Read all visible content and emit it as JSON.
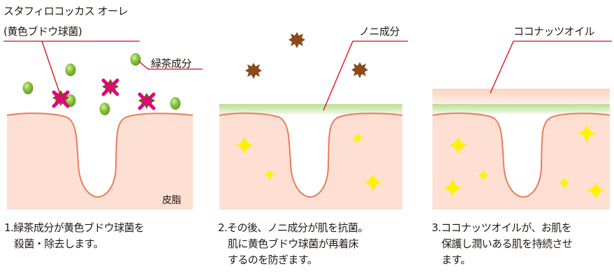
{
  "colors": {
    "skin": "#fde0d3",
    "skin_line": "#eb7a5c",
    "green_ball": "#8cc63f",
    "bacteria": "#8a4a1c",
    "cross": "#e4007f",
    "sparkle": "#fff100",
    "nori_layer": "#b9dd8f",
    "oil_layer": "#f9c9b8",
    "leader_line": "#e60012"
  },
  "panel1": {
    "bacteria_label_line1": "スタフィロコッカス オーレ",
    "bacteria_label_line2": "(黄色ブドウ球菌)",
    "green_tea_label": "緑茶成分",
    "sebum_label": "皮脂",
    "caption_line1": "1.緑茶成分が黄色ブドウ球菌を",
    "caption_line2": "殺菌・除去します。"
  },
  "panel2": {
    "layer_label": "ノニ成分",
    "caption_line1": "2.その後、ノニ成分が肌を抗菌。",
    "caption_line2": "肌に黄色ブドウ球菌が再着床",
    "caption_line3": "するのを防ぎます。"
  },
  "panel3": {
    "layer_label": "ココナッツオイル",
    "caption_line1": "3.ココナッツオイルが、お肌を",
    "caption_line2": "保護し潤いある肌を持続させ",
    "caption_line3": "ます。"
  },
  "icons": [
    "bacteria-icon",
    "green-tea-particle-icon",
    "cross-mark-icon",
    "sparkle-icon"
  ]
}
